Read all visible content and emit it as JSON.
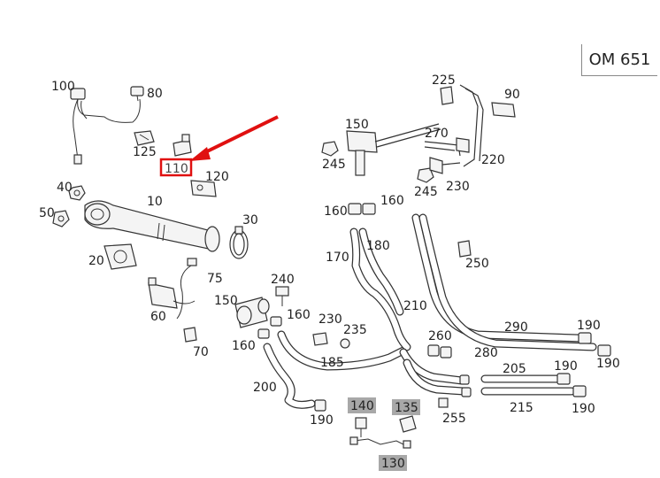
{
  "model": "OM 651",
  "labels": {
    "l100": "100",
    "l80": "80",
    "l125": "125",
    "l110": "110",
    "l120": "120",
    "l40": "40",
    "l50": "50",
    "l10": "10",
    "l30": "30",
    "l20": "20",
    "l75": "75",
    "l60": "60",
    "l70": "70",
    "l240": "240",
    "l150a": "150",
    "l160a": "160",
    "l160b": "160",
    "l230a": "230",
    "l235": "235",
    "l185": "185",
    "l200": "200",
    "l190a": "190",
    "l140": "140",
    "l135": "135",
    "l130": "130",
    "l255": "255",
    "l225": "225",
    "l90": "90",
    "l150b": "150",
    "l270": "270",
    "l220": "220",
    "l245a": "245",
    "l245b": "245",
    "l230b": "230",
    "l160c": "160",
    "l160d": "160",
    "l180": "180",
    "l170": "170",
    "l250": "250",
    "l210": "210",
    "l260": "260",
    "l290": "290",
    "l280": "280",
    "l190b": "190",
    "l190c": "190",
    "l205": "205",
    "l215": "215",
    "l190d": "190",
    "l190e": "190"
  },
  "colors": {
    "highlight": "#e01010",
    "arrow": "#e01010",
    "grey_tag": "#a8a8a8"
  }
}
